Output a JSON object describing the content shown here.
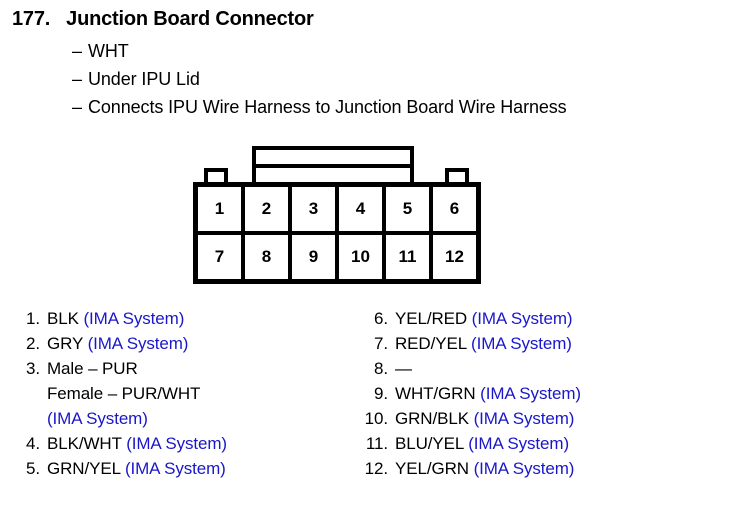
{
  "heading": {
    "number": "177.",
    "title": "Junction Board Connector"
  },
  "bullets": [
    {
      "dash": "–",
      "text": "WHT"
    },
    {
      "dash": "–",
      "text": "Under IPU Lid"
    },
    {
      "dash": "–",
      "text": "Connects IPU Wire Harness to Junction Board Wire Harness"
    }
  ],
  "connector": {
    "top_row": [
      "1",
      "2",
      "3",
      "4",
      "5",
      "6"
    ],
    "bottom_row": [
      "7",
      "8",
      "9",
      "10",
      "11",
      "12"
    ]
  },
  "pin_list_left": [
    {
      "idx": "1.",
      "desc": "BLK ",
      "sys": "(IMA System)",
      "sub": []
    },
    {
      "idx": "2.",
      "desc": "GRY ",
      "sys": "(IMA System)",
      "sub": []
    },
    {
      "idx": "3.",
      "desc": "Male – PUR",
      "sys": "",
      "sub": [
        {
          "text": "Female – PUR/WHT",
          "sys": ""
        },
        {
          "text": "",
          "sys": "(IMA System)"
        }
      ]
    },
    {
      "idx": "4.",
      "desc": "BLK/WHT ",
      "sys": "(IMA System)",
      "sub": []
    },
    {
      "idx": "5.",
      "desc": "GRN/YEL ",
      "sys": "(IMA System)",
      "sub": []
    }
  ],
  "pin_list_right": [
    {
      "idx": "6.",
      "desc": "YEL/RED ",
      "sys": "(IMA System)",
      "sub": []
    },
    {
      "idx": "7.",
      "desc": "RED/YEL ",
      "sys": "(IMA System)",
      "sub": []
    },
    {
      "idx": "8.",
      "desc": "—",
      "sys": "",
      "sub": []
    },
    {
      "idx": "9.",
      "desc": "WHT/GRN ",
      "sys": "(IMA System)",
      "sub": []
    },
    {
      "idx": "10.",
      "desc": "GRN/BLK ",
      "sys": "(IMA System)",
      "sub": []
    },
    {
      "idx": "11.",
      "desc": "BLU/YEL ",
      "sys": "(IMA System)",
      "sub": []
    },
    {
      "idx": "12.",
      "desc": "YEL/GRN ",
      "sys": "(IMA System)",
      "sub": []
    }
  ],
  "colors": {
    "system_label": "#1a17c9",
    "ink": "#000000",
    "background": "#ffffff"
  }
}
